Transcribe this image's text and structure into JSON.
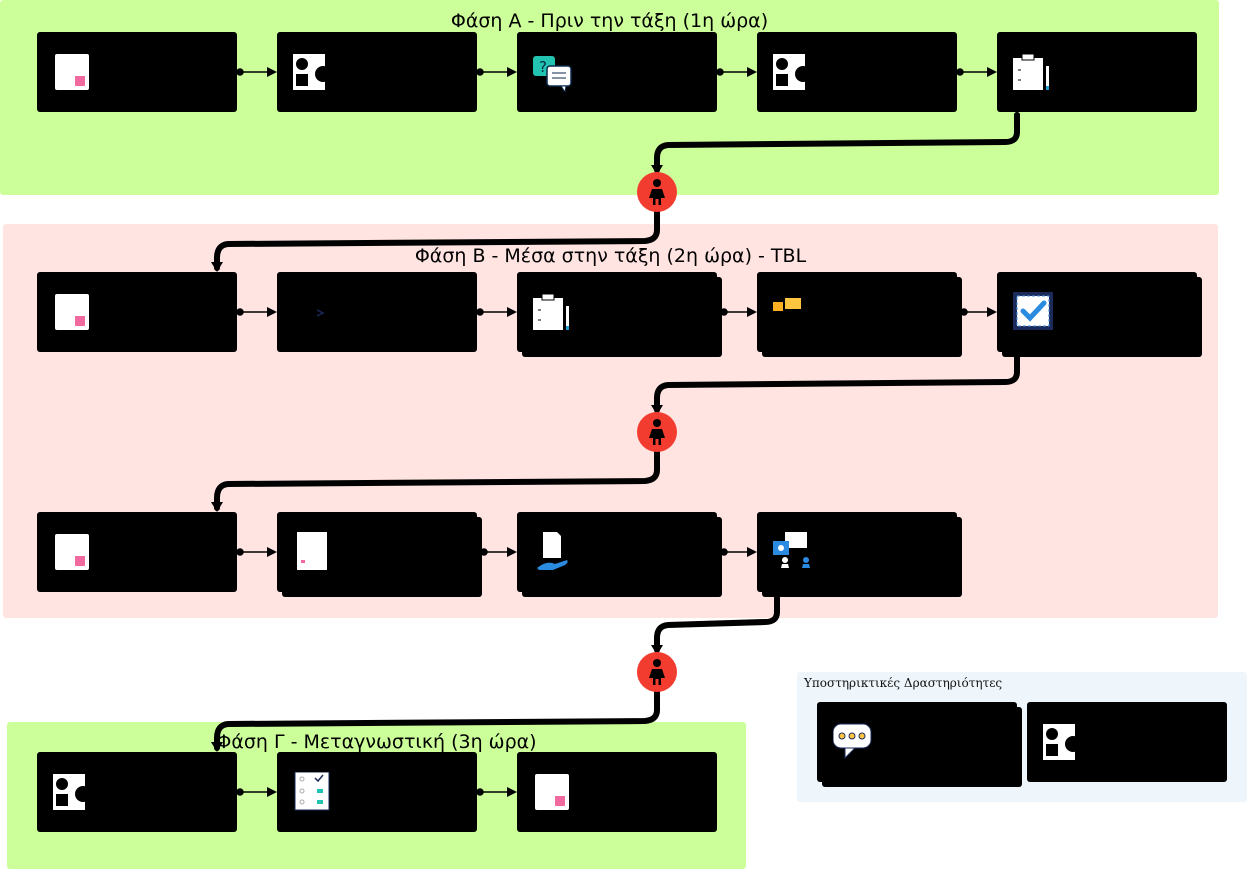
{
  "phases": {
    "a": {
      "title": "Φάση Α - Πριν την τάξη (1η ώρα)",
      "color": "#ccff99"
    },
    "b": {
      "title": "Φάση Β - Μέσα στην τάξη (2η ώρα) - TBL",
      "color": "#ffe4e1"
    },
    "c": {
      "title": "Φάση Γ - Μεταγνωστική (3η ώρα)",
      "color": "#ccff99"
    }
  },
  "support": {
    "title": "Υποστηρικτικές Δραστηριότητες",
    "color": "#eef5fb"
  },
  "icons": {
    "a1": "document-icon",
    "a2": "shapes-icon",
    "a3": "question-chat-icon",
    "a4": "shapes-icon",
    "a5": "clipboard-pencil-icon",
    "b1": "document-icon",
    "b2": "compare-icon",
    "b3": "clipboard-pencil-icon",
    "b4": "sticky-notes-icon",
    "b5": "checkmark-certificate-icon",
    "b6": "document-icon",
    "b7": "form-icon",
    "b8": "hand-document-icon",
    "b9": "group-discussion-icon",
    "c1": "shapes-icon",
    "c2": "checklist-icon",
    "c3": "document-icon",
    "s1": "speech-bubble-icon",
    "s2": "shapes-icon"
  },
  "colors": {
    "card": "#000000",
    "person": "#f23c2f",
    "accent_pink": "#f06aa0",
    "accent_teal": "#22c3b0"
  }
}
